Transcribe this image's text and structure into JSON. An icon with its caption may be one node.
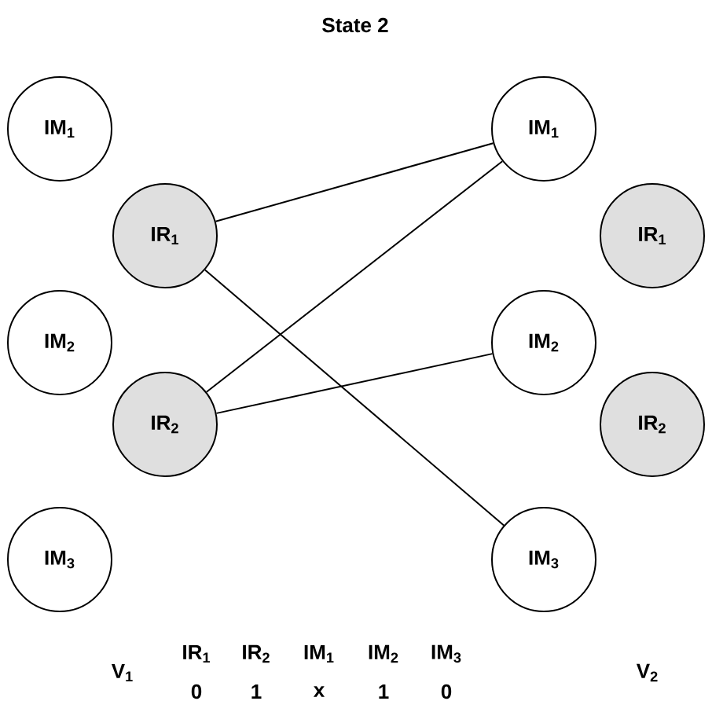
{
  "diagram": {
    "title": "State 2",
    "nodes": [
      {
        "text": [
          "IM$_{1}$"
        ]
      },
      {
        "text": [
          "IM$_{2}$"
        ]
      },
      {
        "text": [
          "IM$_{3}$"
        ]
      },
      {
        "text": [
          "IR$_{1}$"
        ]
      },
      {
        "text": [
          "IR$_{2}$"
        ]
      },
      {
        "text": [
          "IM$_{1}$"
        ]
      },
      {
        "text": [
          "IM$_{2}$"
        ]
      },
      {
        "text": [
          "IM$_{3}$"
        ]
      },
      {
        "text": [
          "IR$_{1}$"
        ]
      },
      {
        "text": [
          "IR$_{2}$"
        ]
      }
    ],
    "edges": [
      {
        "from": 3,
        "to": 5,
        "arrow": "none"
      },
      {
        "from": 3,
        "to": 7,
        "arrow": "none"
      },
      {
        "from": 4,
        "to": 5,
        "arrow": "none"
      },
      {
        "from": 4,
        "to": 6,
        "arrow": "none"
      }
    ],
    "labels": [
      "V$_{1}$",
      "IR$_{1}$",
      "IR$_{2}$",
      "IM$_{1}$",
      "IM$_{2}$",
      "IM$_{3}$",
      "0",
      "1",
      "x",
      "1",
      "0",
      "V$_{2}$"
    ]
  }
}
